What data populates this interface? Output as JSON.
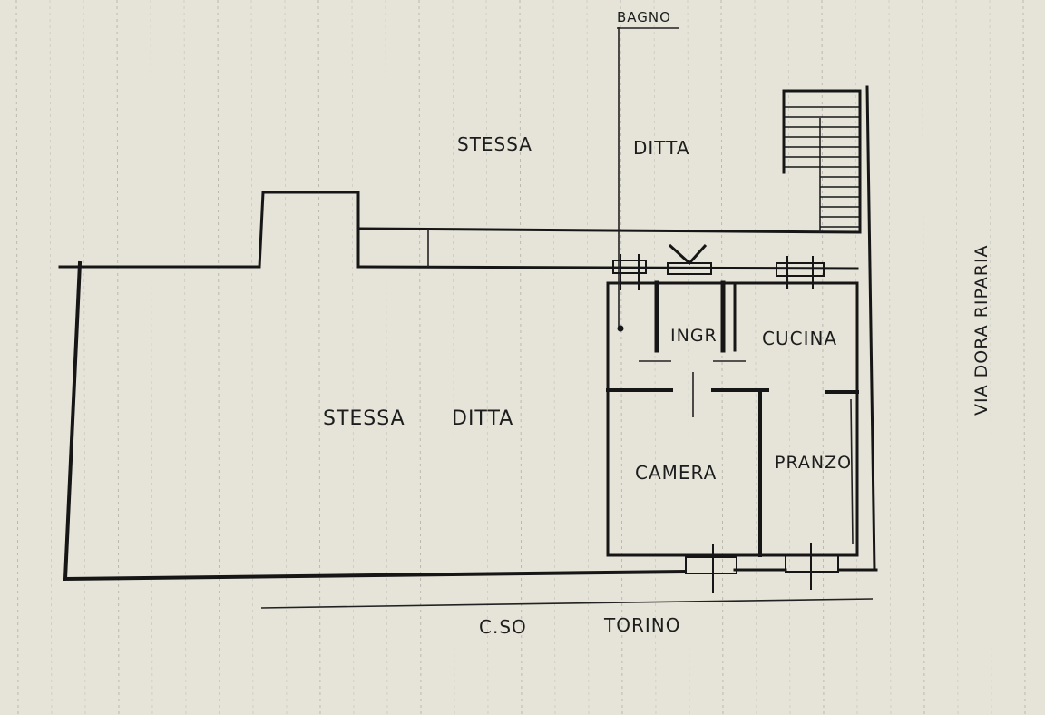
{
  "plan": {
    "top_area_label_1": "STESSA",
    "top_area_label_2": "DITTA",
    "main_area_label_1": "STESSA",
    "main_area_label_2": "DITTA",
    "bathroom_label": "BAGNO",
    "entrance_label": "INGR",
    "kitchen_label": "CUCINA",
    "bedroom_label": "CAMERA",
    "dining_label": "PRANZO",
    "street_bottom_1": "C.SO",
    "street_bottom_2": "TORINO",
    "street_right": "VIA DORA RIPARIA"
  },
  "colors": {
    "paper": "#e6e4d9",
    "ink": "#161616",
    "grid": "#8f8e88"
  }
}
